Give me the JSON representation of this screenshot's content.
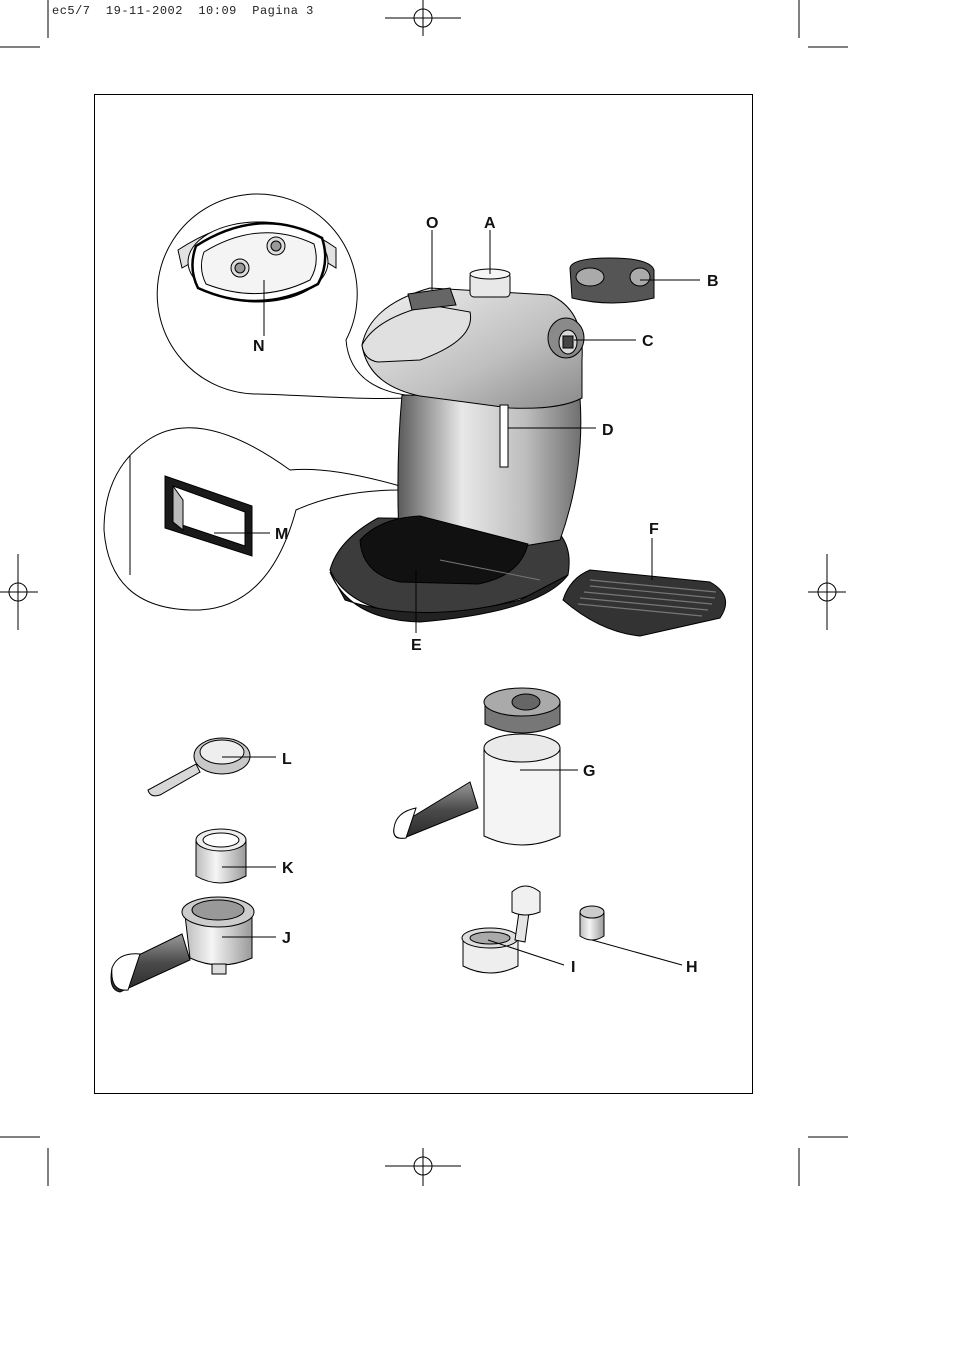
{
  "header": {
    "slug_id": "ec5/7",
    "date": "19-11-2002",
    "time": "10:09",
    "page": "Pagina 3"
  },
  "labels": {
    "A": "A",
    "B": "B",
    "C": "C",
    "D": "D",
    "E": "E",
    "F": "F",
    "G": "G",
    "H": "H",
    "I": "I",
    "J": "J",
    "K": "K",
    "L": "L",
    "M": "M",
    "N": "N",
    "O": "O"
  },
  "colors": {
    "ink": "#111111",
    "dark_grey": "#3a3a3a",
    "mid_grey": "#8a8a8a",
    "light_grey": "#d8d8d8"
  }
}
